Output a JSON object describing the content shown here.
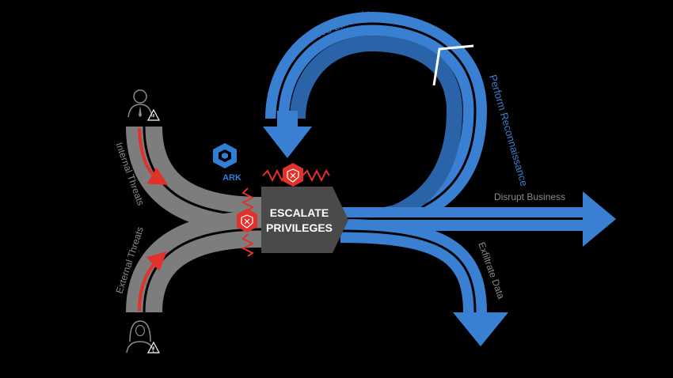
{
  "diagram": {
    "center_label_line1": "ESCALATE",
    "center_label_line2": "PRIVILEGES",
    "brand": "ARK",
    "labels": {
      "move_laterally": "Move Laterally",
      "perform_reconnaissance": "Perform Reconnaissance",
      "disrupt_business": "Disrupt Business",
      "exfiltrate_data": "Exfiltrate Data",
      "internal_threats": "Internal Threats",
      "external_threats": "External Threats"
    },
    "icons": {
      "internal_actor": "business-person-icon",
      "external_actor": "hooded-hacker-icon",
      "warning": "warning-triangle-icon",
      "shield": "shield-x-icon",
      "logo": "ark-logo-icon"
    },
    "colors": {
      "background": "#000000",
      "flow_blue": "#3a80d2",
      "flow_blue_dark": "#2a63a8",
      "threat_gray": "#7d7d7d",
      "threat_red": "#e0312b",
      "box_gray": "#4a4a4a"
    }
  }
}
